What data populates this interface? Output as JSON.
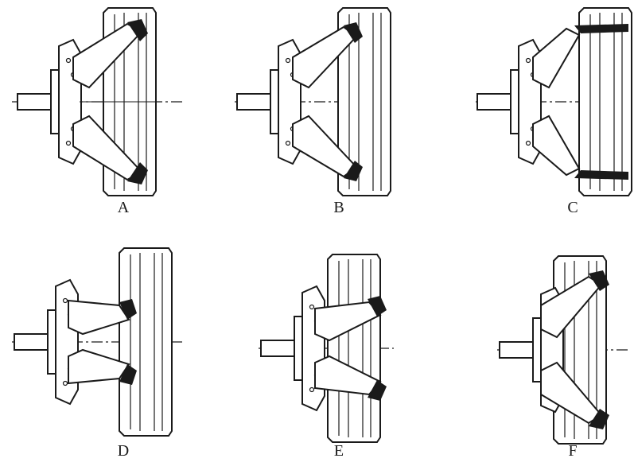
{
  "labels": {
    "a": "A",
    "b": "B",
    "c": "C",
    "d": "D",
    "e": "E",
    "f": "F"
  },
  "colors": {
    "ink": "#1a1a1a",
    "paper": "#ffffff"
  }
}
